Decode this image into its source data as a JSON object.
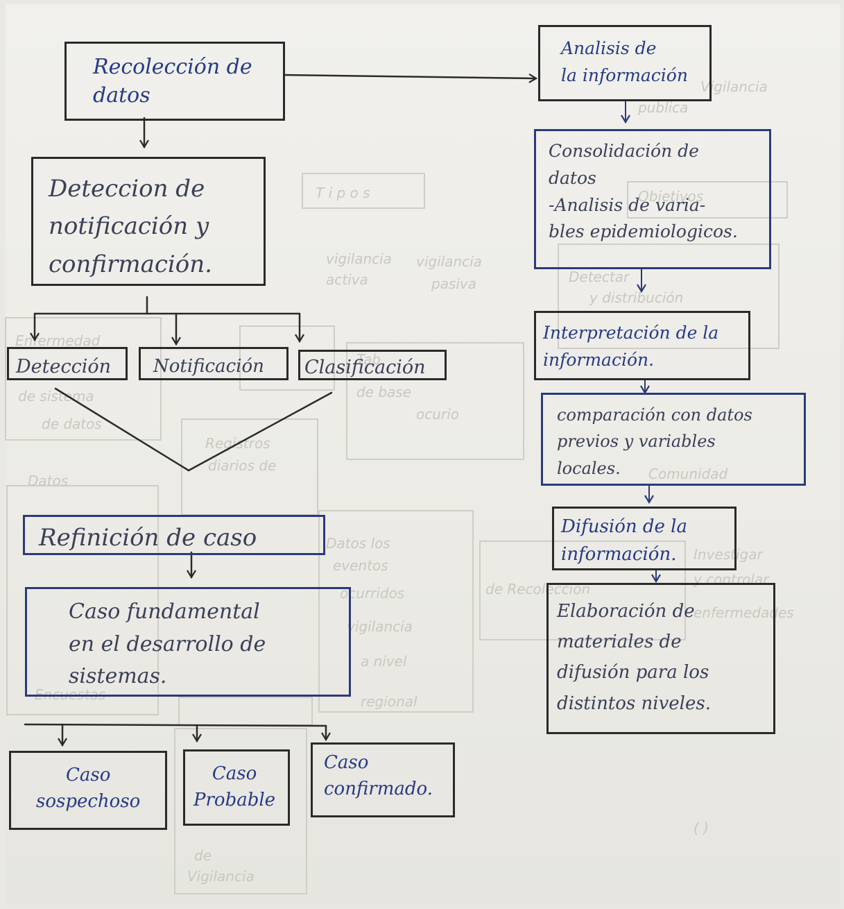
{
  "left": {
    "recoleccion": "Recolección de\ndatos",
    "deteccion_main": "Deteccion de\nnotificación y\nconfirmación.",
    "sub_deteccion": "Detección",
    "sub_notificacion": "Notificación",
    "sub_clasificacion": "Clasificación",
    "refinicion": "Refinición de caso",
    "caso_fundamental": "Caso fundamental\nen el desarrollo de\nsistemas.",
    "caso_sospechoso": "Caso\nsospechoso",
    "caso_probable": "Caso\nProbable",
    "caso_confirmado": "Caso\nconfirmado."
  },
  "right": {
    "analisis": "Analisis de\nla información",
    "consolidacion": "Consolidación de\ndatos\n-Analisis de varia-\nbles epidemiologicos.",
    "interpretacion": "Interpretación de la\ninformación.",
    "comparacion": "comparación con datos\nprevios y variables\nlocales.",
    "difusion": "Difusión de la\ninformación.",
    "elaboracion": "Elaboración de\nmateriales de\ndifusión para los\ndistintos niveles."
  }
}
